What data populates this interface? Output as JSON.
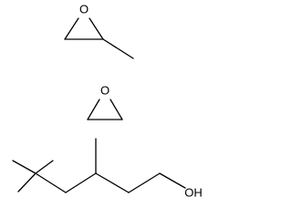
{
  "structures": [
    {
      "id": "propylene-oxide",
      "atom_labels": [
        "O"
      ]
    },
    {
      "id": "ethylene-oxide",
      "atom_labels": [
        "O"
      ]
    },
    {
      "id": "trimethylhexanol",
      "atom_labels": [
        "OH"
      ]
    }
  ]
}
